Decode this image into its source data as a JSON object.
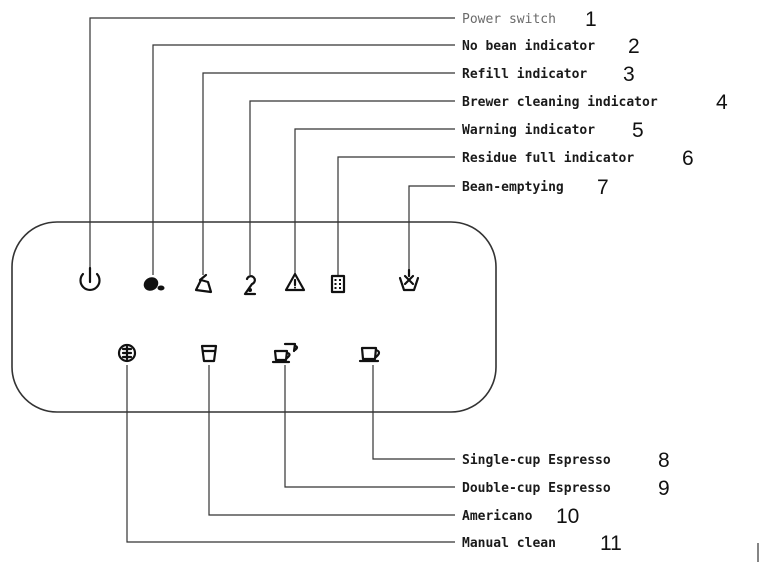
{
  "callouts": [
    {
      "label": "Power switch",
      "number": "1"
    },
    {
      "label": "No bean indicator",
      "number": "2"
    },
    {
      "label": "Refill indicator",
      "number": "3"
    },
    {
      "label": "Brewer cleaning indicator",
      "number": "4"
    },
    {
      "label": "Warning indicator",
      "number": "5"
    },
    {
      "label": "Residue full indicator",
      "number": "6"
    },
    {
      "label": "Bean-emptying",
      "number": "7"
    },
    {
      "label": "Single-cup Espresso",
      "number": "8"
    },
    {
      "label": "Double-cup Espresso",
      "number": "9"
    },
    {
      "label": "Americano",
      "number": "10"
    },
    {
      "label": "Manual clean",
      "number": "11"
    }
  ],
  "icons": {
    "power": "power-icon",
    "no_bean": "coffee-bean-icon",
    "refill": "water-drop-icon",
    "brewer_cleaning": "brewer-cleaning-icon",
    "warning": "warning-triangle-icon",
    "residue": "residue-box-icon",
    "bean_emptying": "bean-emptying-icon",
    "single_cup": "single-cup-icon",
    "double_cup": "double-cup-icon",
    "americano": "tall-cup-icon",
    "manual_clean": "manual-clean-icon"
  }
}
